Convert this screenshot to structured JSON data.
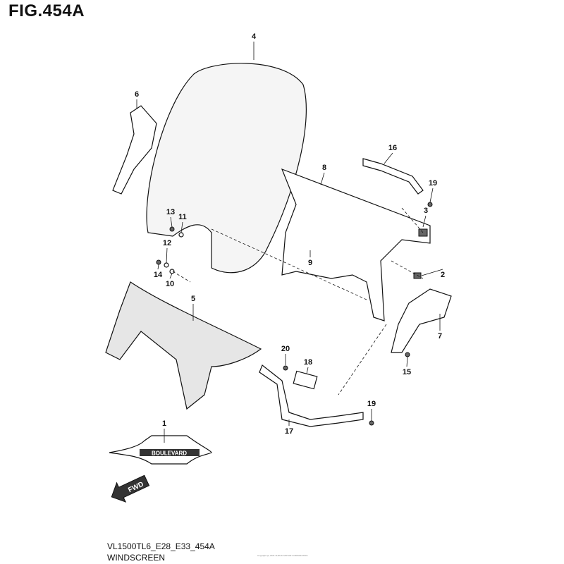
{
  "figure": {
    "title": "FIG.454A",
    "model_code": "VL1500TL6_E28_E33_454A",
    "section_name": "WINDSCREEN",
    "copyright": "Copyright (c) 2021 SUZUKI MOTOR CORPORATION"
  },
  "parts": {
    "callouts": [
      "4",
      "6",
      "16",
      "8",
      "19",
      "3",
      "13",
      "11",
      "12",
      "9",
      "14",
      "10",
      "2",
      "5",
      "7",
      "20",
      "18",
      "15",
      "19",
      "17",
      "1"
    ],
    "emblem_text": "BOULEVARD",
    "direction_arrow": "FWD"
  }
}
